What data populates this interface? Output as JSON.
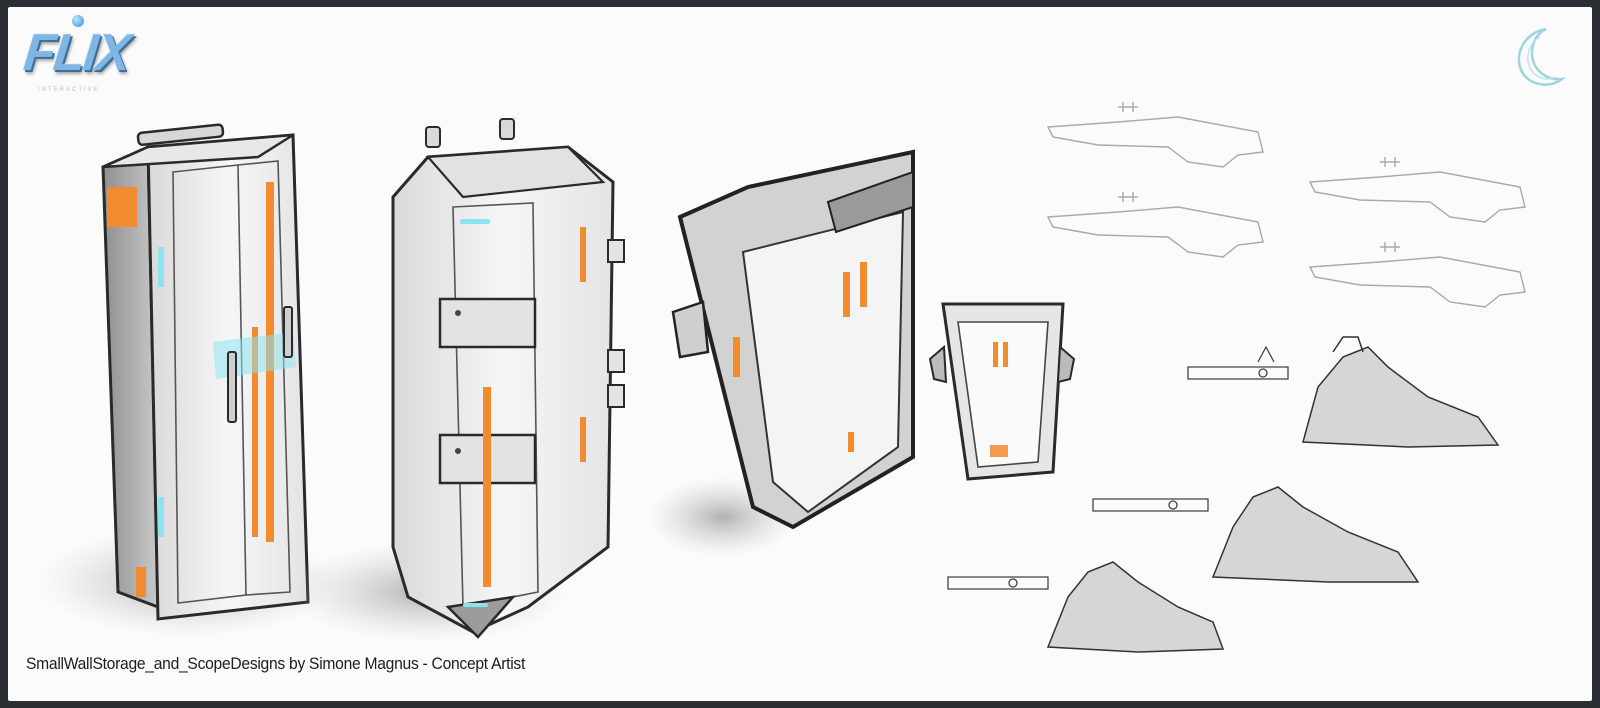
{
  "logo": {
    "text": "FLIX",
    "subtitle": "INTERACTIVE",
    "accent_color": "#7fb6e3"
  },
  "corner_mark": {
    "icon": "crescent-moon-icon",
    "color": "#9fd3df"
  },
  "caption": "SmallWallStorage_and_ScopeDesigns by Simone Magnus - Concept Artist",
  "palette": {
    "background": "#fbfbfb",
    "frame": "#2b2e33",
    "panel_white": "#f4f4f4",
    "panel_grey": "#cfcfcf",
    "outline": "#2a2a2a",
    "accent_orange": "#f28a2e",
    "accent_cyan": "#8ee3f0",
    "shadow": "#b8b8b8"
  }
}
